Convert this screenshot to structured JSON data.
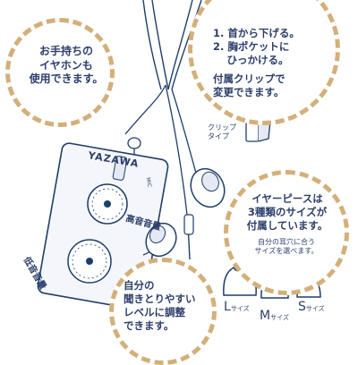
{
  "bubble_left": {
    "lines": [
      "お手持ちの",
      "イヤホンも",
      "使用できます。"
    ]
  },
  "bubble_top_right": {
    "lines": [
      "1. 首から下げる。",
      "2. 胸ポケットに",
      "　 ひっかける。"
    ],
    "note_lines": [
      "付属クリップで",
      "変更できます。"
    ]
  },
  "clip_label": [
    "クリップ",
    "タイプ"
  ],
  "device": {
    "brand": "YAZAWA",
    "side_label": "MIC",
    "high_label": "高音音量",
    "low_label": "低音音量"
  },
  "bubble_bottom": {
    "lines": [
      "自分の",
      "聞きとりやすい",
      "レベルに調整",
      "できます。"
    ]
  },
  "bubble_ear": {
    "lines_before": [
      "イヤーピースは",
      "3種類のサイズが",
      "付属しています。"
    ],
    "note_lines": [
      "自分の耳穴に合う",
      "サイズを選べます。"
    ]
  },
  "sizes": [
    {
      "letter": "L",
      "suffix": "サイズ"
    },
    {
      "letter": "M",
      "suffix": "サイズ"
    },
    {
      "letter": "S",
      "suffix": "サイズ"
    }
  ],
  "colors": {
    "bubble_border": "#d3b07a",
    "text": "#2c3e6b",
    "line": "#1f3e6b",
    "device": "#f4f6fb"
  }
}
